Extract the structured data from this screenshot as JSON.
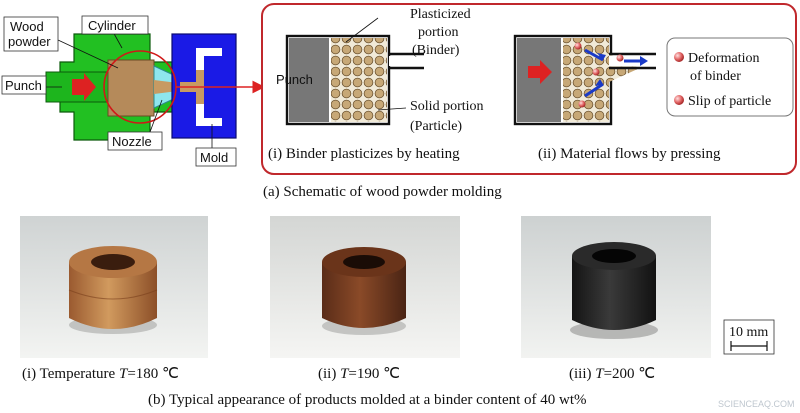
{
  "figure_a": {
    "labels": {
      "wood_powder_line1": "Wood",
      "wood_powder_line2": "powder",
      "cylinder": "Cylinder",
      "punch": "Punch",
      "nozzle": "Nozzle",
      "mold": "Mold"
    },
    "detail": {
      "punch": "Punch",
      "plasticized_line1": "Plasticized",
      "plasticized_line2": "portion",
      "plasticized_line3": "(Binder)",
      "solid_line1": "Solid portion",
      "solid_line2": "(Particle)",
      "step1": "(i) Binder plasticizes by heating",
      "step2": "(ii) Material flows by pressing",
      "legend_deformation_line1": "Deformation",
      "legend_deformation_line2": "of binder",
      "legend_slip": "Slip of particle"
    },
    "caption": "(a) Schematic of wood powder molding"
  },
  "figure_b": {
    "samples": [
      {
        "prefix": "(i) Temperature ",
        "var": "T",
        "value": "=180 ℃"
      },
      {
        "prefix": "(ii) ",
        "var": "T",
        "value": "=190 ℃"
      },
      {
        "prefix": "(iii) ",
        "var": "T",
        "value": "=200 ℃"
      }
    ],
    "scale_bar": "10 mm",
    "caption": "(b) Typical appearance of products molded at a binder content of 40 wt%"
  },
  "watermark": "SCIENCEAQ.COM",
  "colors": {
    "cylinder": "#22c022",
    "mold": "#1a1ae6",
    "nozzle": "#8ee6ee",
    "wood": "#b58a5a",
    "arrow_red": "#dd2222",
    "frame_red": "#c0282c",
    "flow_blue": "#1a3ac8"
  }
}
